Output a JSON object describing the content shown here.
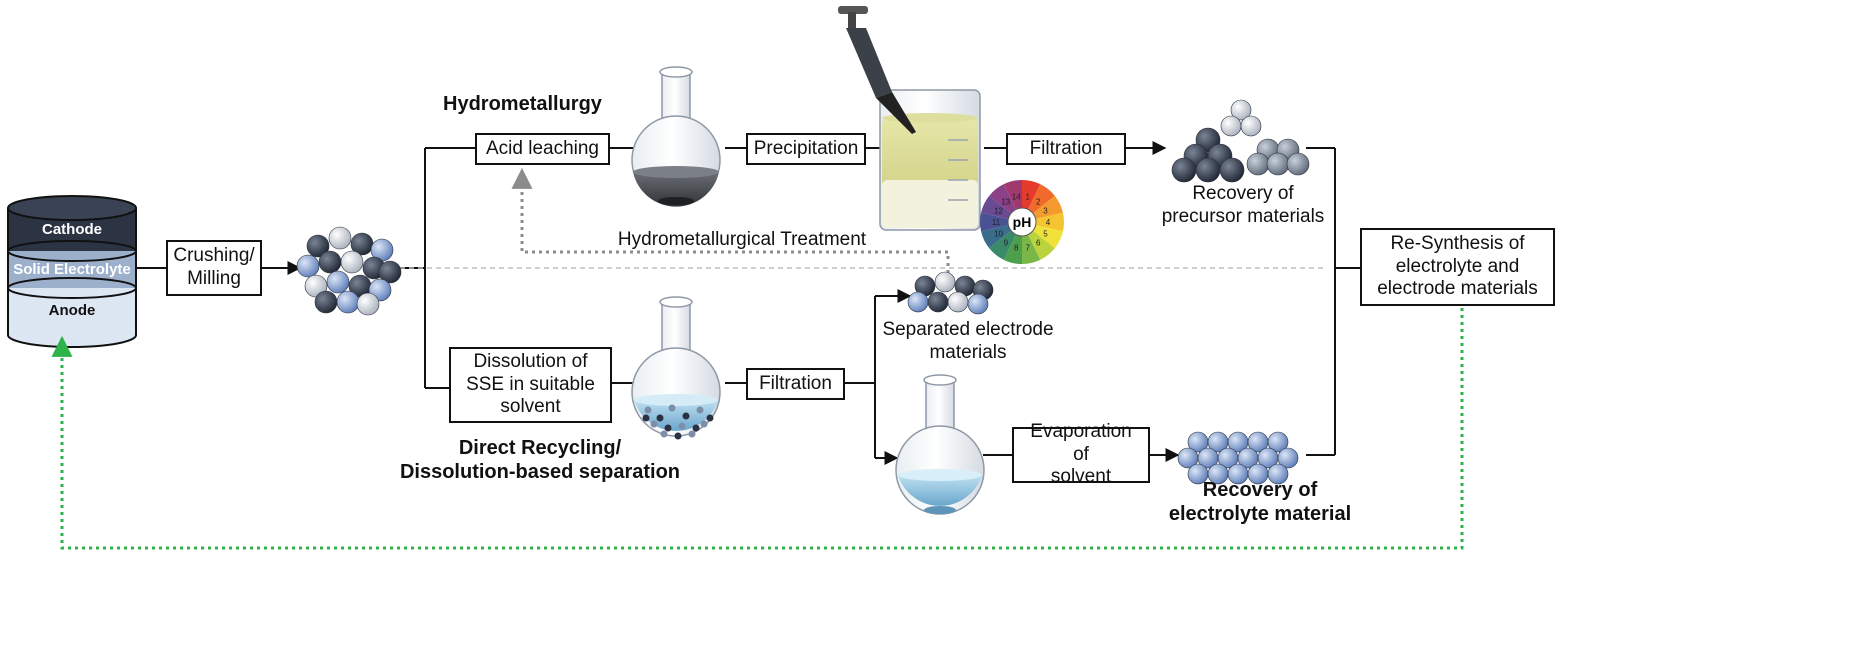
{
  "battery": {
    "cathode": "Cathode",
    "electrolyte": "Solid Electrolyte",
    "anode": "Anode"
  },
  "steps": {
    "crushing": "Crushing/\nMilling",
    "acid_leaching": "Acid leaching",
    "precipitation": "Precipitation",
    "filtration_top": "Filtration",
    "dissolution": "Dissolution of\nSSE in suitable\nsolvent",
    "filtration_bottom": "Filtration",
    "evaporation": "Evaporation of\nsolvent",
    "resynthesis": "Re-Synthesis of\nelectrolyte and\nelectrode materials"
  },
  "titles": {
    "hydrometallurgy": "Hydrometallurgy",
    "direct_recycling": "Direct Recycling/\nDissolution-based separation"
  },
  "labels": {
    "hydro_treatment": "Hydrometallurgical Treatment",
    "recovery_precursor": "Recovery of\nprecursor materials",
    "separated_electrode": "Separated electrode\nmaterials",
    "recovery_electrolyte": "Recovery of\nelectrolyte material"
  },
  "ph_wheel": {
    "center_label": "pH",
    "numbers": [
      "1",
      "2",
      "3",
      "4",
      "5",
      "6",
      "7",
      "8",
      "9",
      "10",
      "11",
      "12",
      "13",
      "14"
    ]
  },
  "colors": {
    "cathode": "#2c3444",
    "electrolyte": "#9cb0cc",
    "anode": "#dde7f4",
    "recycle_loop": "#2db34a",
    "dashed_arrow": "#8c8c8c"
  }
}
